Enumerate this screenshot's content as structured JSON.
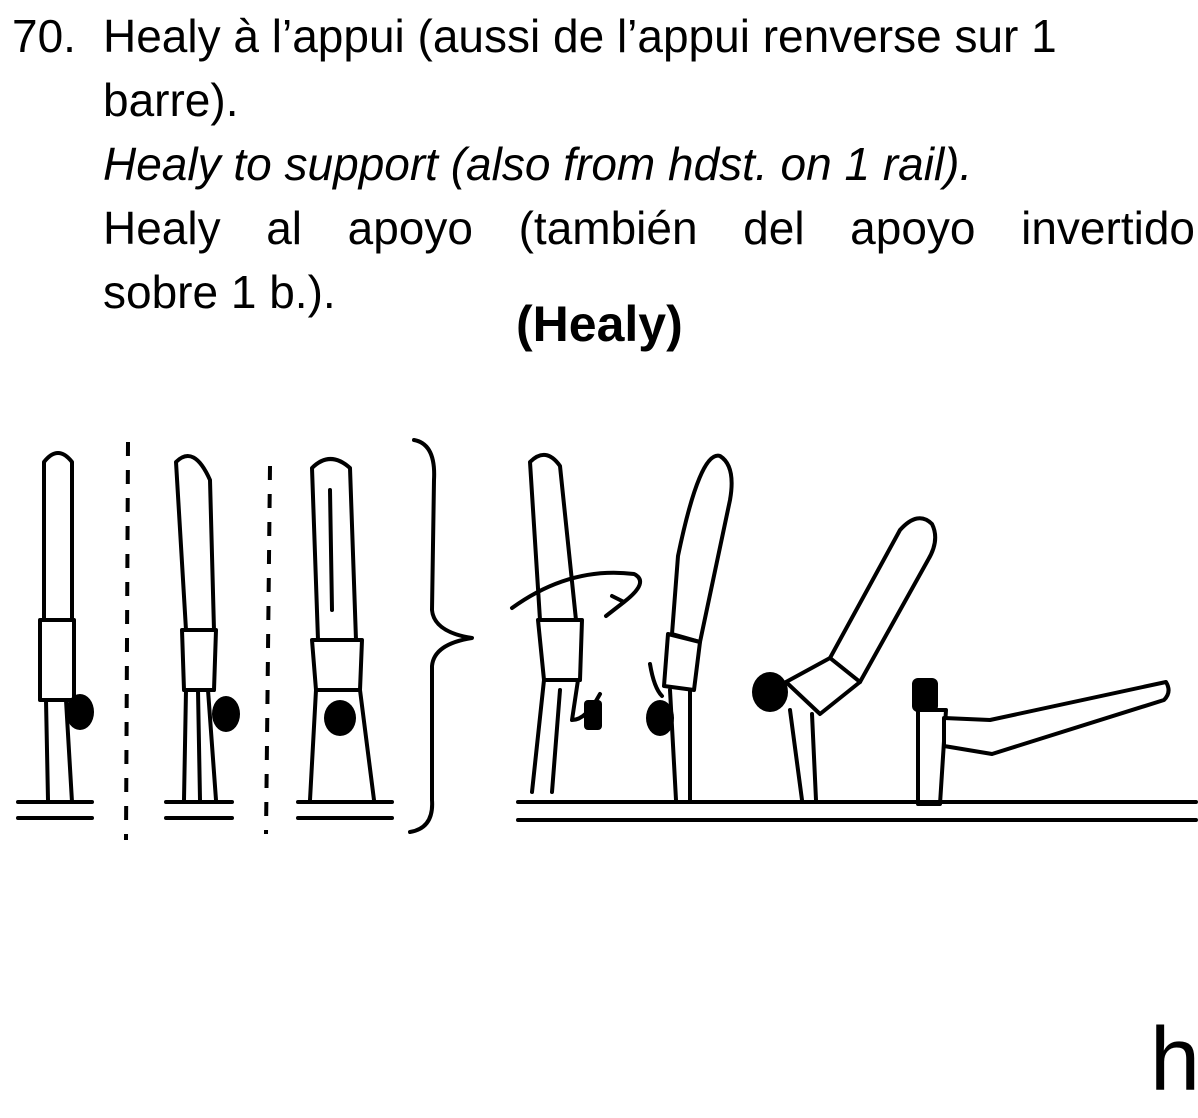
{
  "element": {
    "number": "70.",
    "french": {
      "line1": "Healy à l’appui (aussi de l’appui renverse sur 1",
      "line2": "barre)."
    },
    "english": "Healy to support (also from hdst. on 1 rail).",
    "spanish": {
      "line1": "Healy al apoyo (también del apoyo invertido",
      "line2": "sobre 1 b.)."
    },
    "name": "(Healy)"
  },
  "figure": {
    "icon": "gymnast-healy-sequence-illustration"
  },
  "corner_letter": "h"
}
